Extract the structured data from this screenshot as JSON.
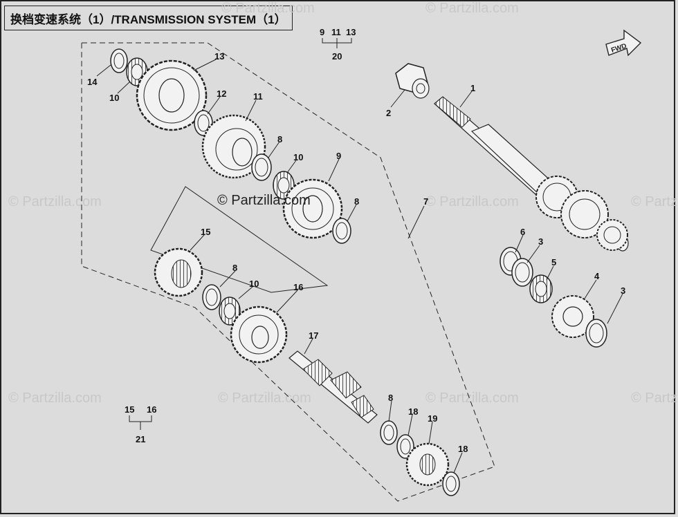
{
  "title": "换档变速系统（1）/TRANSMISSION SYSTEM（1）",
  "fwd_label": "FWD",
  "copyright": "© Partzilla.com",
  "watermark": "© Partzilla.com",
  "group_labels": {
    "g20": {
      "children": [
        "9",
        "11",
        "13"
      ],
      "parent": "20"
    },
    "g21": {
      "children": [
        "15",
        "16"
      ],
      "parent": "21"
    }
  },
  "callouts": {
    "c1": "1",
    "c2": "2",
    "c3a": "3",
    "c3b": "3",
    "c4": "4",
    "c5": "5",
    "c6": "6",
    "c7": "7",
    "c8a": "8",
    "c8b": "8",
    "c8c": "8",
    "c8d": "8",
    "c9": "9",
    "c10a": "10",
    "c10b": "10",
    "c10c": "10",
    "c11": "11",
    "c12": "12",
    "c13": "13",
    "c14": "14",
    "c15": "15",
    "c16": "16",
    "c17": "17",
    "c18a": "18",
    "c18b": "18",
    "c19": "19"
  },
  "colors": {
    "background": "#dcdcdc",
    "line": "#222222",
    "part_fill": "#f2f2f2"
  }
}
